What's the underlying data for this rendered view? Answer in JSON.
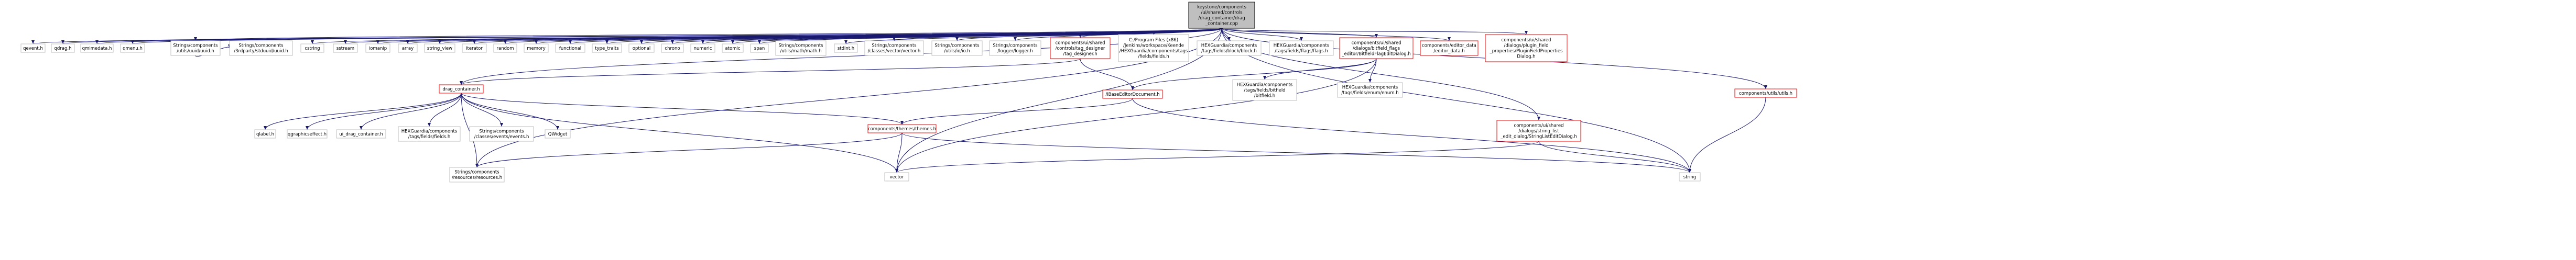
{
  "colors": {
    "edge": "#191970",
    "node_border_gray": "#bfbfbf",
    "node_border_red": "#ff0000",
    "root_fill": "#bfbfbf",
    "root_border": "#000000",
    "node_fill": "#ffffff"
  },
  "nodes": [
    {
      "id": "root",
      "kind": "root",
      "lines": [
        "keystone/components",
        "/ui/shared/controls",
        "/drag_container/drag",
        "_container.cpp"
      ]
    },
    {
      "id": "qevent",
      "kind": "gray",
      "lines": [
        "qevent.h"
      ]
    },
    {
      "id": "qdrag",
      "kind": "gray",
      "lines": [
        "qdrag.h"
      ]
    },
    {
      "id": "qmimedata",
      "kind": "gray",
      "lines": [
        "qmimedata.h"
      ]
    },
    {
      "id": "qmenu",
      "kind": "gray",
      "lines": [
        "qmenu.h"
      ]
    },
    {
      "id": "stringsuuid",
      "kind": "gray",
      "lines": [
        "Strings/components",
        "/utils/uuid/uuid.h"
      ]
    },
    {
      "id": "thirdpartyuuid",
      "kind": "gray",
      "lines": [
        "Strings/components",
        "/3rdparty/stduuid/uuid.h"
      ]
    },
    {
      "id": "cstring",
      "kind": "gray",
      "lines": [
        "cstring"
      ]
    },
    {
      "id": "sstream",
      "kind": "gray",
      "lines": [
        "sstream"
      ]
    },
    {
      "id": "iomanip",
      "kind": "gray",
      "lines": [
        "iomanip"
      ]
    },
    {
      "id": "array",
      "kind": "gray",
      "lines": [
        "array"
      ]
    },
    {
      "id": "string_view",
      "kind": "gray",
      "lines": [
        "string_view"
      ]
    },
    {
      "id": "iterator",
      "kind": "gray",
      "lines": [
        "iterator"
      ]
    },
    {
      "id": "random",
      "kind": "gray",
      "lines": [
        "random"
      ]
    },
    {
      "id": "memory",
      "kind": "gray",
      "lines": [
        "memory"
      ]
    },
    {
      "id": "functional",
      "kind": "gray",
      "lines": [
        "functional"
      ]
    },
    {
      "id": "type_traits",
      "kind": "gray",
      "lines": [
        "type_traits"
      ]
    },
    {
      "id": "optional",
      "kind": "gray",
      "lines": [
        "optional"
      ]
    },
    {
      "id": "chrono",
      "kind": "gray",
      "lines": [
        "chrono"
      ]
    },
    {
      "id": "numeric",
      "kind": "gray",
      "lines": [
        "numeric"
      ]
    },
    {
      "id": "atomic",
      "kind": "gray",
      "lines": [
        "atomic"
      ]
    },
    {
      "id": "span",
      "kind": "gray",
      "lines": [
        "span"
      ]
    },
    {
      "id": "stringsmath",
      "kind": "gray",
      "lines": [
        "Strings/components",
        "/utils/math/math.h"
      ]
    },
    {
      "id": "stdint",
      "kind": "gray",
      "lines": [
        "stdint.h"
      ]
    },
    {
      "id": "stringsvector",
      "kind": "gray",
      "lines": [
        "Strings/components",
        "/classes/vector/vector.h"
      ]
    },
    {
      "id": "stringsio",
      "kind": "gray",
      "lines": [
        "Strings/components",
        "/utils/io/io.h"
      ]
    },
    {
      "id": "stringslogger",
      "kind": "gray",
      "lines": [
        "Strings/components",
        "/logger/logger.h"
      ]
    },
    {
      "id": "tagdesigner",
      "kind": "red",
      "lines": [
        "components/ui/shared",
        "/controls/tag_designer",
        "/tag_designer.h"
      ]
    },
    {
      "id": "fieldsh",
      "kind": "gray",
      "lines": [
        "C:/Program Files (x86)",
        "/Jenkins/workspace/Keende",
        "/HEXGuardia/components/tags",
        "/fields/fields.h"
      ]
    },
    {
      "id": "blockh",
      "kind": "gray",
      "lines": [
        "HEXGuardia/components",
        "/tags/fields/block/block.h"
      ]
    },
    {
      "id": "flagsh",
      "kind": "gray",
      "lines": [
        "HEXGuardia/components",
        "/tags/fields/flags/flags.h"
      ]
    },
    {
      "id": "bitfieldflagdialog",
      "kind": "red",
      "lines": [
        "components/ui/shared",
        "/dialogs/bitfield_flags",
        "_editor/BitfieldFlagEditDialog.h"
      ]
    },
    {
      "id": "editordata",
      "kind": "red",
      "lines": [
        "components/editor_data",
        "/editor_data.h"
      ]
    },
    {
      "id": "pluginfielddialog",
      "kind": "red",
      "lines": [
        "components/ui/shared",
        "/dialogs/plugin_field",
        "_properties/PluginFieldProperties",
        "Dialog.h"
      ]
    },
    {
      "id": "utilsh",
      "kind": "red",
      "lines": [
        "components/utils/utils.h"
      ]
    },
    {
      "id": "dragcontainer",
      "kind": "red",
      "lines": [
        "drag_container.h"
      ]
    },
    {
      "id": "bitfieldh",
      "kind": "gray",
      "lines": [
        "HEXGuardia/components",
        "/tags/fields/bitfield",
        "/bitfield.h"
      ]
    },
    {
      "id": "enumh",
      "kind": "gray",
      "lines": [
        "HEXGuardia/components",
        "/tags/fields/enum/enum.h"
      ]
    },
    {
      "id": "ibaseeditor",
      "kind": "red",
      "lines": [
        "/IBaseEditorDocument.h"
      ]
    },
    {
      "id": "qlabel",
      "kind": "gray",
      "lines": [
        "qlabel.h"
      ]
    },
    {
      "id": "qgraphicseffect",
      "kind": "gray",
      "lines": [
        "qgraphicseffect.h"
      ]
    },
    {
      "id": "uidragcontainer",
      "kind": "gray",
      "lines": [
        "ui_drag_container.h"
      ]
    },
    {
      "id": "hexfieldsh",
      "kind": "gray",
      "lines": [
        "HEXGuardia/components",
        "/tags/fields/fields.h"
      ]
    },
    {
      "id": "eventsh",
      "kind": "gray",
      "lines": [
        "Strings/components",
        "/classes/events/events.h"
      ]
    },
    {
      "id": "qwidget",
      "kind": "gray",
      "lines": [
        "QWidget"
      ]
    },
    {
      "id": "themesh",
      "kind": "red",
      "lines": [
        "components/themes/themes.h"
      ]
    },
    {
      "id": "stringlistedit",
      "kind": "red",
      "lines": [
        "components/ui/shared",
        "/dialogs/string_list",
        "_edit_dialog/StringListEditDialog.h"
      ]
    },
    {
      "id": "resourcesh",
      "kind": "gray",
      "lines": [
        "Strings/components",
        "/resources/resources.h"
      ]
    },
    {
      "id": "vector",
      "kind": "gray",
      "lines": [
        "vector"
      ]
    },
    {
      "id": "string",
      "kind": "gray",
      "lines": [
        "string"
      ]
    }
  ]
}
